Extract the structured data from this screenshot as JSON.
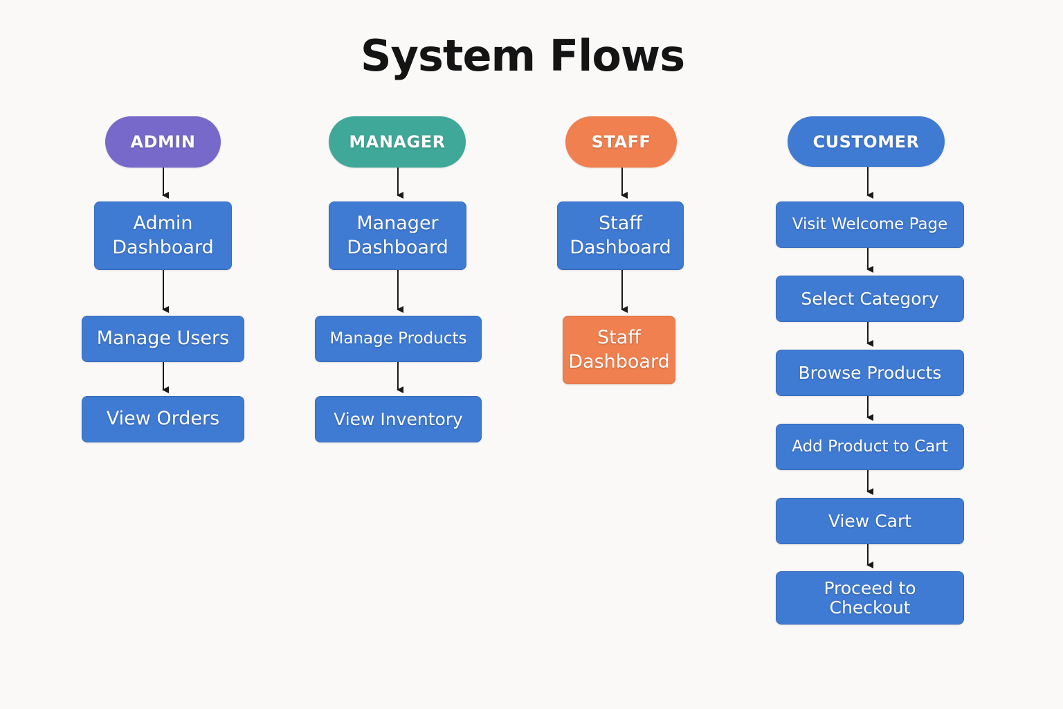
{
  "title": "System Flows",
  "colors": {
    "admin": "#7669c9",
    "manager": "#3fa898",
    "staff": "#f0804f",
    "step": "#3f7ad3",
    "arrow": "#1a1a1a"
  },
  "columns": [
    {
      "role": "ADMIN",
      "steps": [
        {
          "lines": [
            "Admin",
            "Dashboard"
          ]
        },
        {
          "lines": [
            "Manage Users"
          ]
        },
        {
          "lines": [
            "View Orders"
          ]
        }
      ]
    },
    {
      "role": "MANAGER",
      "steps": [
        {
          "lines": [
            "Manager",
            "Dashboard"
          ]
        },
        {
          "lines": [
            "Manage Products"
          ]
        },
        {
          "lines": [
            "View Inventory"
          ]
        }
      ]
    },
    {
      "role": "STAFF",
      "steps": [
        {
          "lines": [
            "Staff",
            "Dashboard"
          ]
        },
        {
          "lines": [
            "Staff",
            "Dashboard"
          ],
          "color": "staff"
        }
      ]
    },
    {
      "role": "CUSTOMER",
      "steps": [
        {
          "lines": [
            "Visit Welcome Page"
          ]
        },
        {
          "lines": [
            "Select Category"
          ]
        },
        {
          "lines": [
            "Browse Products"
          ]
        },
        {
          "lines": [
            "Add Product to Cart"
          ]
        },
        {
          "lines": [
            "View Cart"
          ]
        },
        {
          "lines": [
            "Proceed to",
            "Checkout"
          ]
        }
      ]
    }
  ]
}
